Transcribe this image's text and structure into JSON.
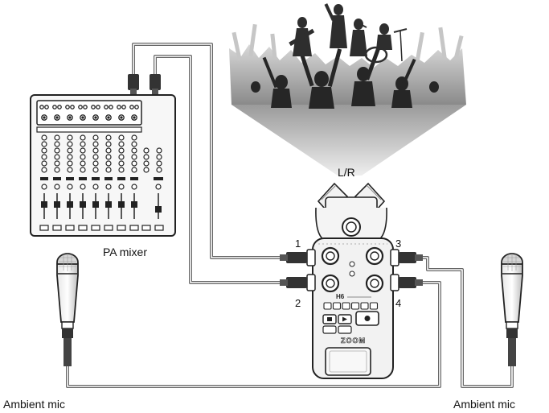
{
  "labels": {
    "lr": "L/R",
    "pa_mixer": "PA mixer",
    "input_1": "1",
    "input_2": "2",
    "input_3": "3",
    "input_4": "4",
    "ambient_mic_left": "Ambient mic",
    "ambient_mic_right": "Ambient mic"
  },
  "device": {
    "model": "H6",
    "brand": "ZOOM"
  },
  "colors": {
    "cable": "#666666",
    "crowd_dark": "#222222",
    "crowd_light": "#bdbdbd",
    "device_body": "#f2f2f2",
    "outline": "#222222"
  }
}
